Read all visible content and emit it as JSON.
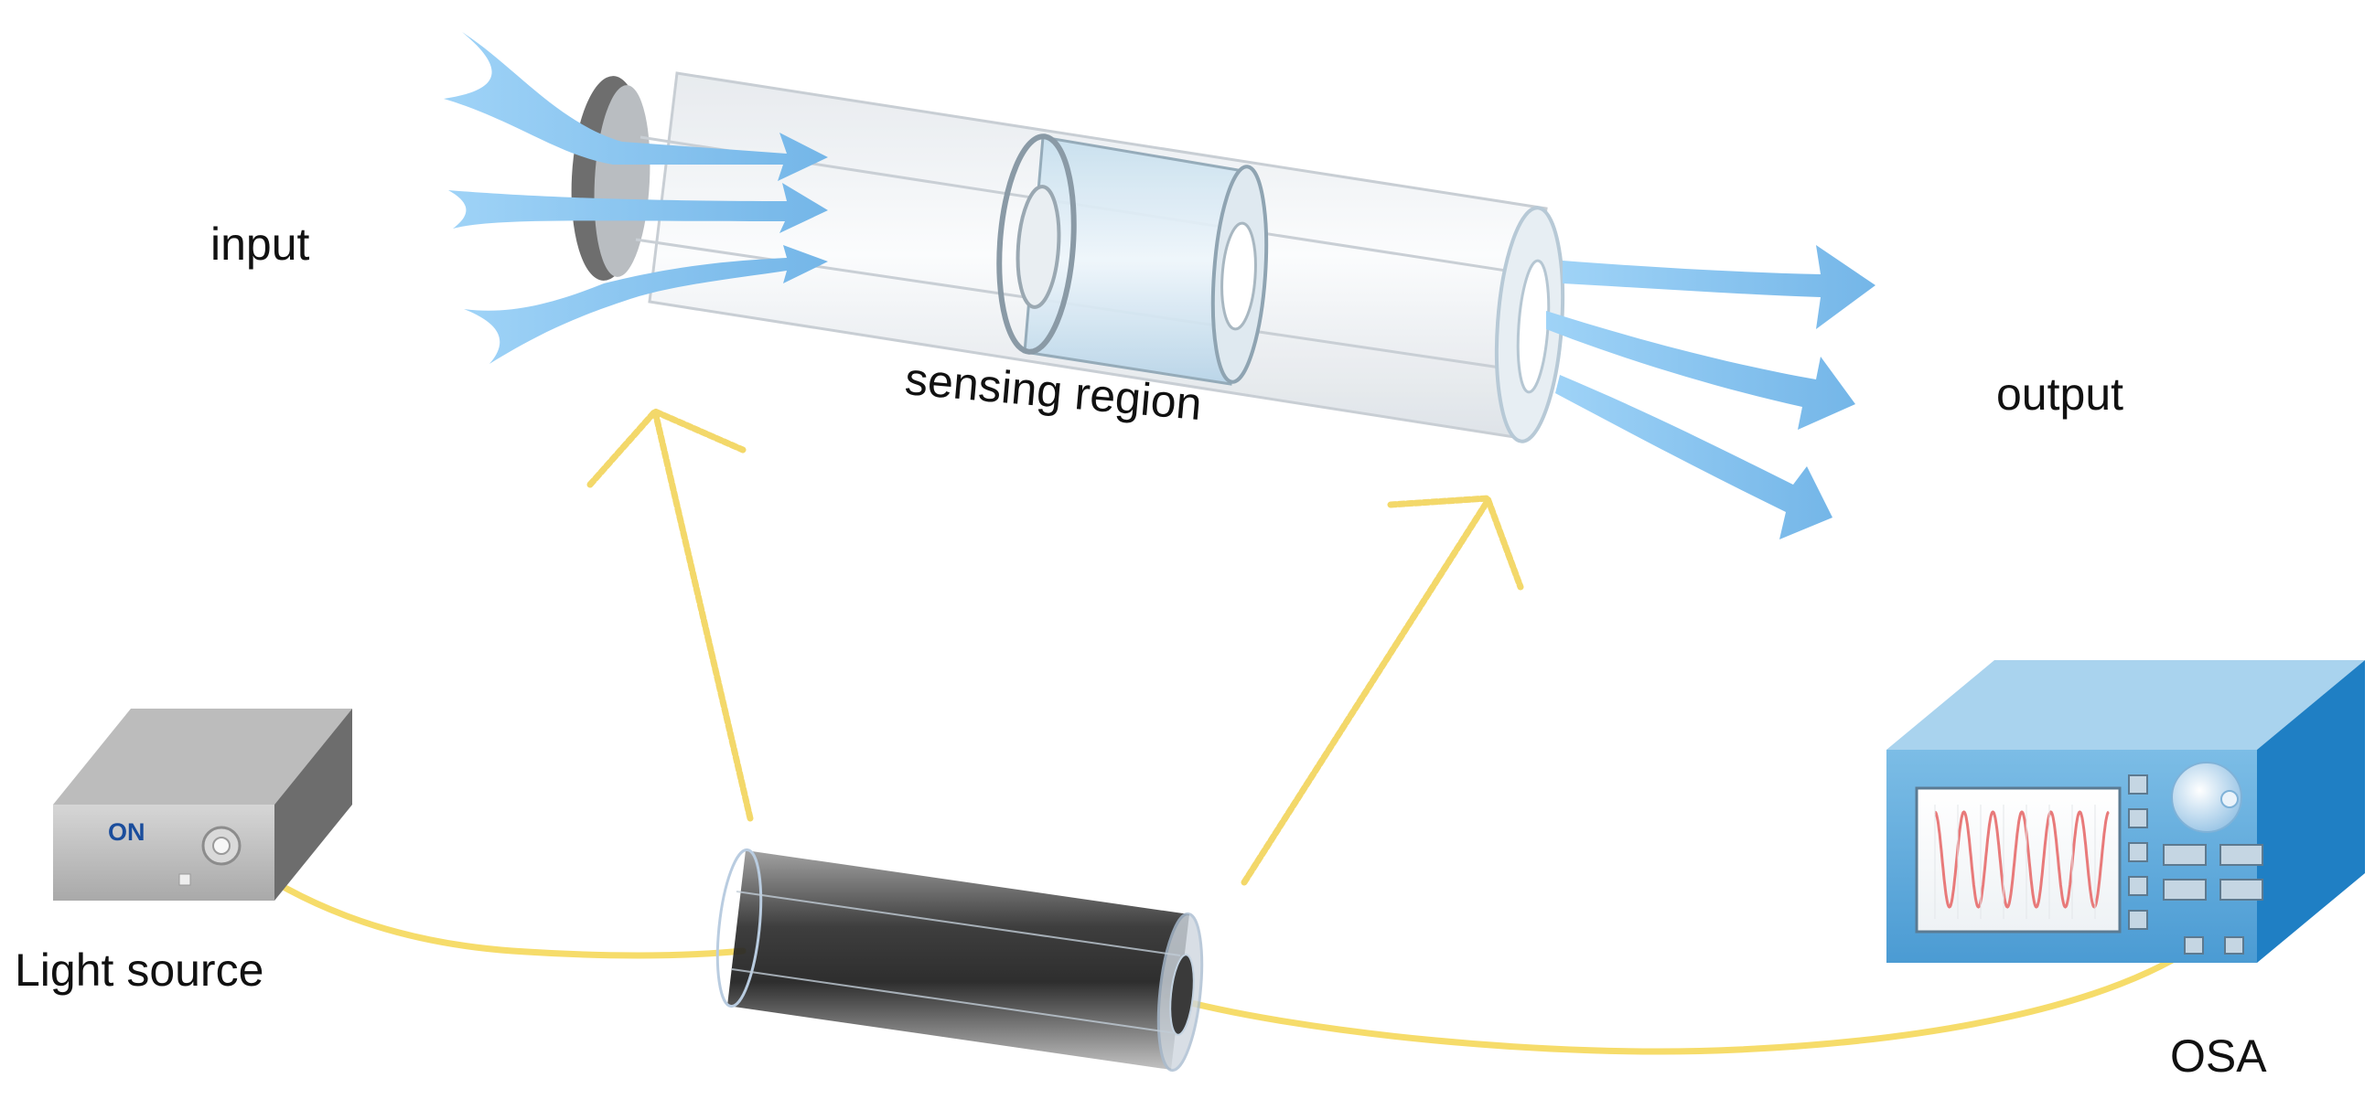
{
  "labels": {
    "input": "input",
    "output": "output",
    "sensing_region": "sensing region",
    "light_source": "Light source",
    "osa": "OSA",
    "on": "ON"
  },
  "colors": {
    "flow_arrow": "#8cc8f2",
    "fiber": "#f6dc6a",
    "osa_body": "#5aa9dc",
    "osa_side": "#1f7fc4",
    "light_source_body": "#b5b5b5",
    "osa_wave": "#e87a7a"
  },
  "icons": [
    "light-source-box-icon",
    "coupler-cylinder-icon",
    "osa-instrument-icon",
    "flow-arrow-icon"
  ]
}
